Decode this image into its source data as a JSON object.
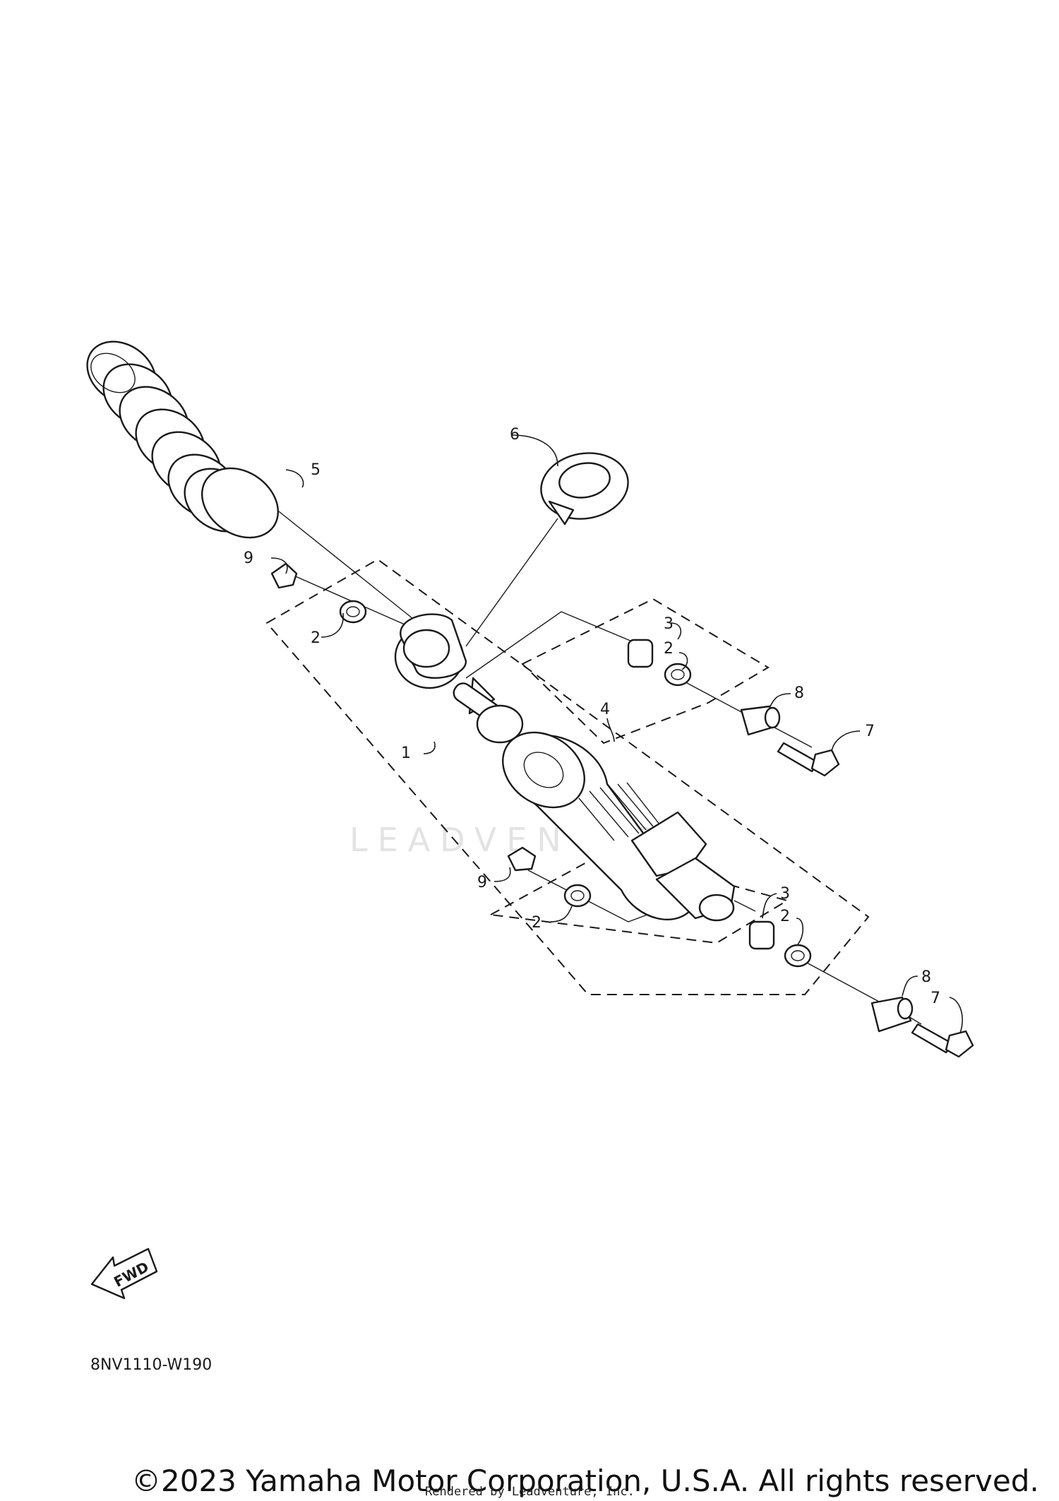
{
  "diagram": {
    "code": "8NV1110-W190",
    "fwd_label": "FWD",
    "watermark": "LEADVENTURE",
    "copyright": "©2023 Yamaha Motor Corporation, U.S.A. All rights reserved.",
    "rendered_by": "Rendered by Leadventure, Inc.",
    "callouts": [
      {
        "id": "c1",
        "text": "1"
      },
      {
        "id": "c2a",
        "text": "2"
      },
      {
        "id": "c2b",
        "text": "2"
      },
      {
        "id": "c2c",
        "text": "2"
      },
      {
        "id": "c2d",
        "text": "2"
      },
      {
        "id": "c3a",
        "text": "3"
      },
      {
        "id": "c3b",
        "text": "3"
      },
      {
        "id": "c4",
        "text": "4"
      },
      {
        "id": "c5",
        "text": "5"
      },
      {
        "id": "c6",
        "text": "6"
      },
      {
        "id": "c7a",
        "text": "7"
      },
      {
        "id": "c7b",
        "text": "7"
      },
      {
        "id": "c8a",
        "text": "8"
      },
      {
        "id": "c8b",
        "text": "8"
      },
      {
        "id": "c9a",
        "text": "9"
      },
      {
        "id": "c9b",
        "text": "9"
      }
    ]
  }
}
